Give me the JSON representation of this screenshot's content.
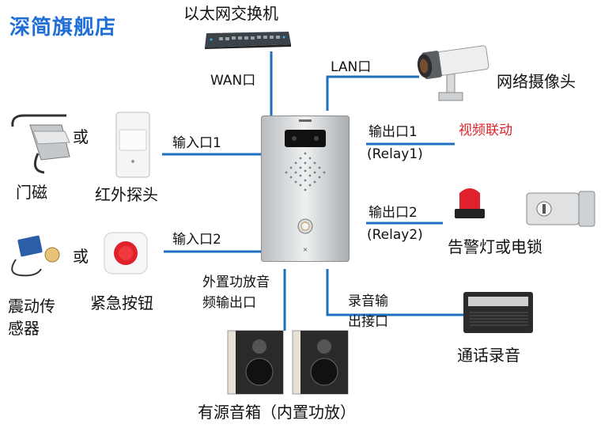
{
  "title": "深简旗舰店",
  "labels": {
    "switch": "以太网交换机",
    "wan": "WAN口",
    "lan": "LAN口",
    "camera": "网络摄像头",
    "video_link": "视频联动",
    "door_magnet": "门磁",
    "or1": "或",
    "pir": "红外探头",
    "input1": "输入口1",
    "output1": "输出口1",
    "relay1": "(Relay1)",
    "output2": "输出口2",
    "relay2": "(Relay2)",
    "alarm": "告警灯或电锁",
    "vibration_line1": "震动传",
    "vibration_line2": "感器",
    "or2": "或",
    "emergency": "紧急按钮",
    "input2": "输入口2",
    "ext_amp_line1": "外置功放音",
    "ext_amp_line2": "频输出口",
    "rec_line1": "录音输",
    "rec_line2": "出接口",
    "call_record": "通话录音",
    "speakers": "有源音箱（内置功放）"
  },
  "colors": {
    "title": "#1f6fd6",
    "wire": "#1e6fbd",
    "accent_red": "#e0202a"
  }
}
